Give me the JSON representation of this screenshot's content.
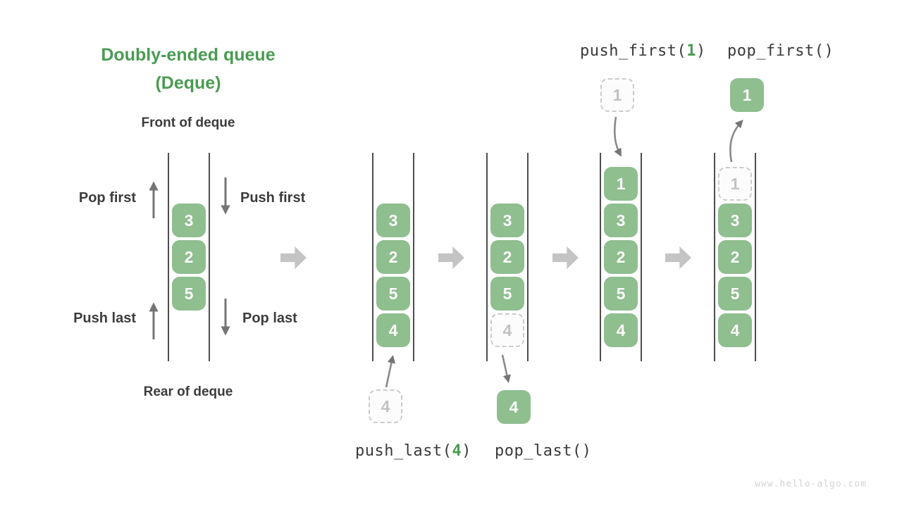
{
  "title": {
    "line1": "Doubly-ended queue",
    "line2": "(Deque)"
  },
  "labels": {
    "front": "Front of deque",
    "rear": "Rear of deque",
    "pop_first": "Pop first",
    "push_first": "Push first",
    "push_last": "Push last",
    "pop_last": "Pop last"
  },
  "operations": {
    "push_first": {
      "prefix": "push_first(",
      "arg": "1",
      "suffix": ")"
    },
    "pop_first": {
      "text": "pop_first()"
    },
    "push_last": {
      "prefix": "push_last(",
      "arg": "4",
      "suffix": ")"
    },
    "pop_last": {
      "text": "pop_last()"
    }
  },
  "deques": [
    {
      "id": "initial",
      "boxes": [
        {
          "value": "3"
        },
        {
          "value": "2"
        },
        {
          "value": "5"
        }
      ]
    },
    {
      "id": "after-push-last",
      "boxes": [
        {
          "value": "3"
        },
        {
          "value": "2"
        },
        {
          "value": "5"
        },
        {
          "value": "4"
        }
      ]
    },
    {
      "id": "pop-last-state",
      "boxes": [
        {
          "value": "3"
        },
        {
          "value": "2"
        },
        {
          "value": "5"
        },
        {
          "value": "4",
          "ghost": true
        }
      ]
    },
    {
      "id": "after-push-first",
      "boxes": [
        {
          "value": "1"
        },
        {
          "value": "3"
        },
        {
          "value": "2"
        },
        {
          "value": "5"
        },
        {
          "value": "4"
        }
      ]
    },
    {
      "id": "pop-first-state",
      "boxes": [
        {
          "value": "1",
          "ghost": true
        },
        {
          "value": "3"
        },
        {
          "value": "2"
        },
        {
          "value": "5"
        },
        {
          "value": "4"
        }
      ]
    }
  ],
  "floating": {
    "push_last_ghost": "4",
    "pop_last_result": "4",
    "push_first_ghost": "1",
    "pop_first_result": "1"
  },
  "watermark": "www.hello-algo.com",
  "colors": {
    "green_text": "#4a9b52",
    "green_box": "#8fbe8f",
    "dark_text": "#3c3c3c",
    "big_arrow": "#c4c4c4",
    "small_arrow": "#757575",
    "ghost_border": "#cbcbcb",
    "ghost_text": "#c2c2c2",
    "watermark": "#d4d4d4"
  }
}
